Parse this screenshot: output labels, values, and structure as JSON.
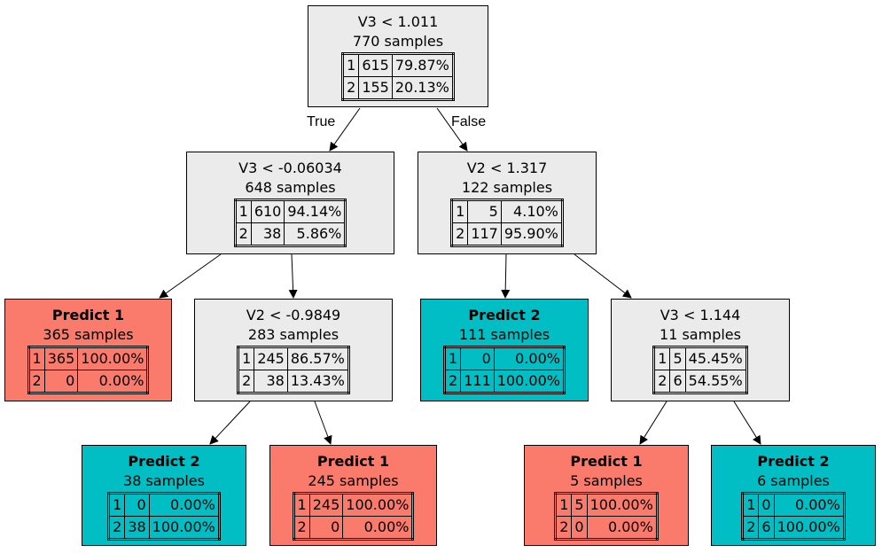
{
  "colors": {
    "split": "#ebebeb",
    "class1": "#fa7a6c",
    "class2": "#00bec3",
    "edge": "#000000"
  },
  "edge_labels": {
    "true_label": "True",
    "false_label": "False"
  },
  "tree": {
    "nodes": {
      "n0": {
        "kind": "split",
        "condition": "V3 < 1.011",
        "samples": "770 samples",
        "rows": [
          {
            "cls": "1",
            "count": "615",
            "pct": "79.87%"
          },
          {
            "cls": "2",
            "count": "155",
            "pct": "20.13%"
          }
        ]
      },
      "n1": {
        "kind": "split",
        "condition": "V3 < -0.06034",
        "samples": "648 samples",
        "rows": [
          {
            "cls": "1",
            "count": "610",
            "pct": "94.14%"
          },
          {
            "cls": "2",
            "count": "38",
            "pct": "5.86%"
          }
        ]
      },
      "n2": {
        "kind": "split",
        "condition": "V2 < 1.317",
        "samples": "122 samples",
        "rows": [
          {
            "cls": "1",
            "count": "5",
            "pct": "4.10%"
          },
          {
            "cls": "2",
            "count": "117",
            "pct": "95.90%"
          }
        ]
      },
      "n3": {
        "kind": "leaf",
        "predict_class": "1",
        "prediction": "Predict 1",
        "samples": "365 samples",
        "rows": [
          {
            "cls": "1",
            "count": "365",
            "pct": "100.00%"
          },
          {
            "cls": "2",
            "count": "0",
            "pct": "0.00%"
          }
        ]
      },
      "n4": {
        "kind": "split",
        "condition": "V2 < -0.9849",
        "samples": "283 samples",
        "rows": [
          {
            "cls": "1",
            "count": "245",
            "pct": "86.57%"
          },
          {
            "cls": "2",
            "count": "38",
            "pct": "13.43%"
          }
        ]
      },
      "n5": {
        "kind": "leaf",
        "predict_class": "2",
        "prediction": "Predict 2",
        "samples": "111 samples",
        "rows": [
          {
            "cls": "1",
            "count": "0",
            "pct": "0.00%"
          },
          {
            "cls": "2",
            "count": "111",
            "pct": "100.00%"
          }
        ]
      },
      "n6": {
        "kind": "split",
        "condition": "V3 < 1.144",
        "samples": "11 samples",
        "rows": [
          {
            "cls": "1",
            "count": "5",
            "pct": "45.45%"
          },
          {
            "cls": "2",
            "count": "6",
            "pct": "54.55%"
          }
        ]
      },
      "n7": {
        "kind": "leaf",
        "predict_class": "2",
        "prediction": "Predict 2",
        "samples": "38 samples",
        "rows": [
          {
            "cls": "1",
            "count": "0",
            "pct": "0.00%"
          },
          {
            "cls": "2",
            "count": "38",
            "pct": "100.00%"
          }
        ]
      },
      "n8": {
        "kind": "leaf",
        "predict_class": "1",
        "prediction": "Predict 1",
        "samples": "245 samples",
        "rows": [
          {
            "cls": "1",
            "count": "245",
            "pct": "100.00%"
          },
          {
            "cls": "2",
            "count": "0",
            "pct": "0.00%"
          }
        ]
      },
      "n9": {
        "kind": "leaf",
        "predict_class": "1",
        "prediction": "Predict 1",
        "samples": "5 samples",
        "rows": [
          {
            "cls": "1",
            "count": "5",
            "pct": "100.00%"
          },
          {
            "cls": "2",
            "count": "0",
            "pct": "0.00%"
          }
        ]
      },
      "n10": {
        "kind": "leaf",
        "predict_class": "2",
        "prediction": "Predict 2",
        "samples": "6 samples",
        "rows": [
          {
            "cls": "1",
            "count": "0",
            "pct": "0.00%"
          },
          {
            "cls": "2",
            "count": "6",
            "pct": "100.00%"
          }
        ]
      }
    },
    "edges": [
      {
        "from": "n0",
        "to": "n1",
        "label": "True"
      },
      {
        "from": "n0",
        "to": "n2",
        "label": "False"
      },
      {
        "from": "n1",
        "to": "n3"
      },
      {
        "from": "n1",
        "to": "n4"
      },
      {
        "from": "n2",
        "to": "n5"
      },
      {
        "from": "n2",
        "to": "n6"
      },
      {
        "from": "n4",
        "to": "n7"
      },
      {
        "from": "n4",
        "to": "n8"
      },
      {
        "from": "n6",
        "to": "n9"
      },
      {
        "from": "n6",
        "to": "n10"
      }
    ]
  }
}
